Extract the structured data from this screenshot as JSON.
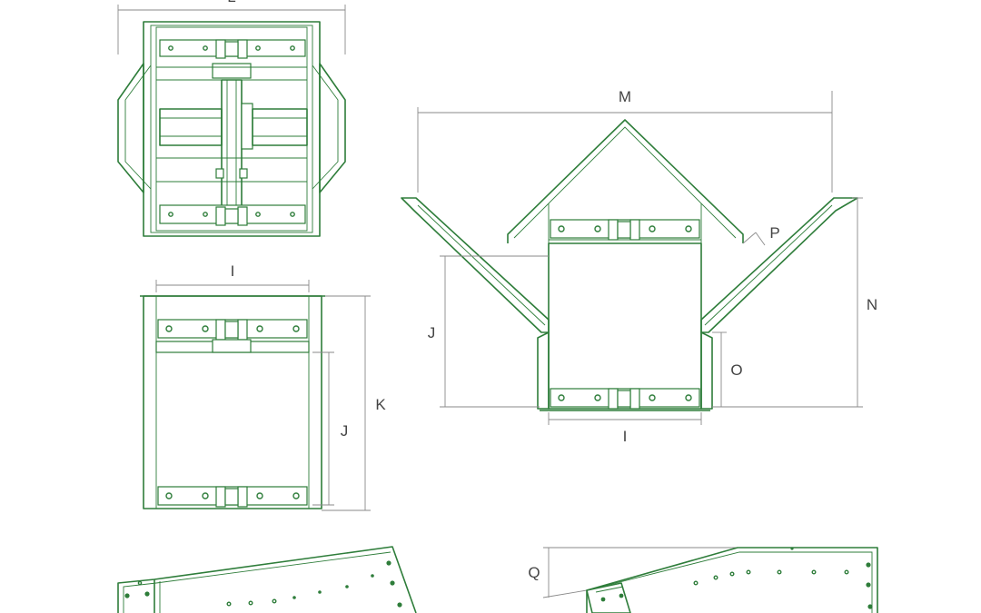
{
  "diagram": {
    "colors": {
      "outline": "#2e7d3a",
      "dimension": "#8a8a8a",
      "label": "#444444",
      "background": "#ffffff"
    },
    "top_view": {
      "labels": {
        "width": "L"
      }
    },
    "front_view": {
      "labels": {
        "width": "I",
        "inner_height": "J",
        "total_height": "K"
      }
    },
    "open_view": {
      "labels": {
        "span": "M",
        "width": "I",
        "inner_height": "J",
        "total_height": "N",
        "lower_height": "O",
        "flap": "P"
      }
    },
    "side_view_right": {
      "labels": {
        "rise": "Q"
      }
    }
  }
}
